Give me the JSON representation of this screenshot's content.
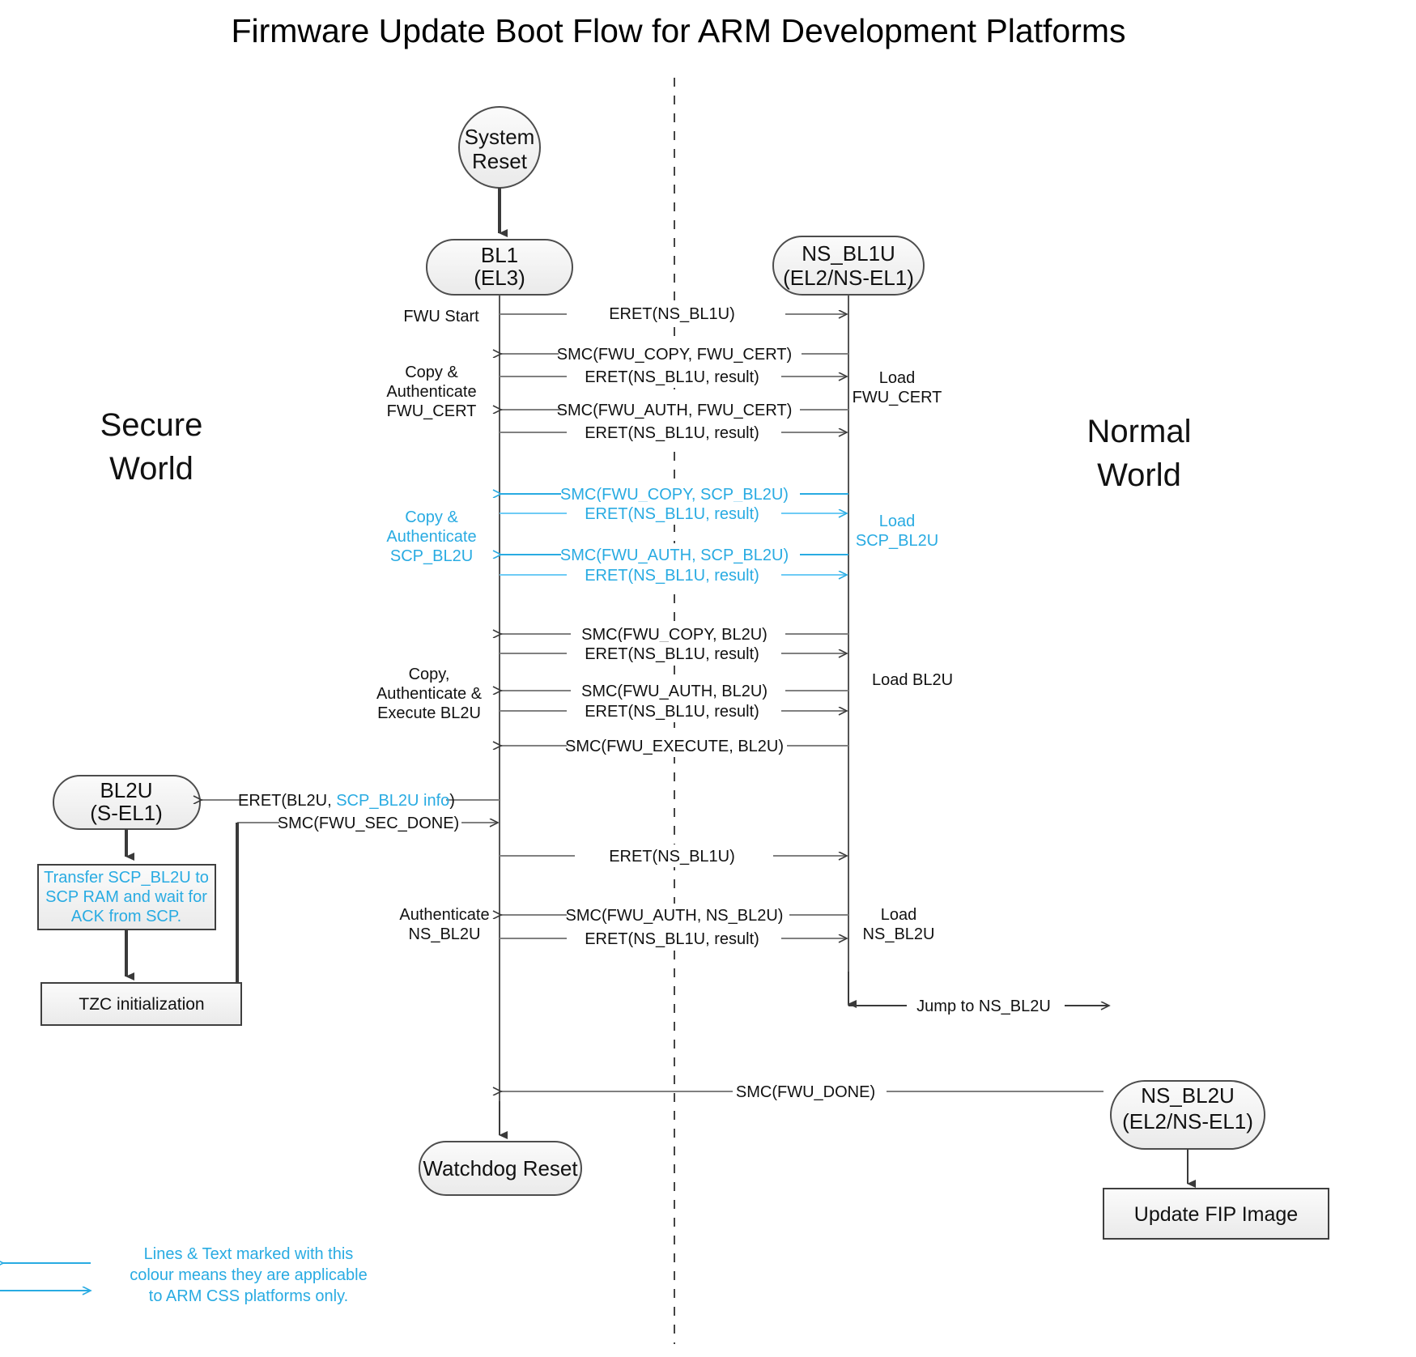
{
  "title": "Firmware Update Boot Flow for ARM Development Platforms",
  "colors": {
    "accent_cyan": "#29ABE2",
    "line_dark": "#3a3a3a",
    "line_grey": "#808080",
    "node_fill": "#f2f2f2",
    "text": "#111111"
  },
  "worlds": {
    "left_line1": "Secure",
    "left_line2": "World",
    "right_line1": "Normal",
    "right_line2": "World"
  },
  "nodes": {
    "system_reset": {
      "line1": "System",
      "line2": "Reset"
    },
    "bl1": {
      "line1": "BL1",
      "line2": "(EL3)"
    },
    "ns_bl1u": {
      "line1": "NS_BL1U",
      "line2": "(EL2/NS-EL1)"
    },
    "bl2u": {
      "line1": "BL2U",
      "line2": "(S-EL1)"
    },
    "ns_bl2u": {
      "line1": "NS_BL2U",
      "line2": "(EL2/NS-EL1)"
    },
    "watchdog_reset": {
      "label": "Watchdog Reset"
    }
  },
  "boxes": {
    "transfer_scp": {
      "line1": "Transfer SCP_BL2U to",
      "line2": "SCP RAM and wait for",
      "line3": "ACK from SCP."
    },
    "tzc_init": {
      "label": "TZC initialization"
    },
    "update_fip": {
      "label": "Update FIP Image"
    }
  },
  "messages": [
    {
      "id": "m1",
      "text": "ERET(NS_BL1U)",
      "dir": "right",
      "color": "dark"
    },
    {
      "id": "m2",
      "text": "SMC(FWU_COPY, FWU_CERT)",
      "dir": "left",
      "color": "dark"
    },
    {
      "id": "m3",
      "text": "ERET(NS_BL1U, result)",
      "dir": "right",
      "color": "dark"
    },
    {
      "id": "m4",
      "text": "SMC(FWU_AUTH, FWU_CERT)",
      "dir": "left",
      "color": "dark"
    },
    {
      "id": "m5",
      "text": "ERET(NS_BL1U, result)",
      "dir": "right",
      "color": "dark"
    },
    {
      "id": "m6",
      "text": "SMC(FWU_COPY, SCP_BL2U)",
      "dir": "left",
      "color": "cyan"
    },
    {
      "id": "m7",
      "text": "ERET(NS_BL1U, result)",
      "dir": "right",
      "color": "cyan"
    },
    {
      "id": "m8",
      "text": "SMC(FWU_AUTH, SCP_BL2U)",
      "dir": "left",
      "color": "cyan"
    },
    {
      "id": "m9",
      "text": "ERET(NS_BL1U, result)",
      "dir": "right",
      "color": "cyan"
    },
    {
      "id": "m10",
      "text": "SMC(FWU_COPY, BL2U)",
      "dir": "left",
      "color": "dark"
    },
    {
      "id": "m11",
      "text": "ERET(NS_BL1U, result)",
      "dir": "right",
      "color": "dark"
    },
    {
      "id": "m12",
      "text": "SMC(FWU_AUTH, BL2U)",
      "dir": "left",
      "color": "dark"
    },
    {
      "id": "m13",
      "text": "ERET(NS_BL1U, result)",
      "dir": "right",
      "color": "dark"
    },
    {
      "id": "m14",
      "text": "SMC(FWU_EXECUTE, BL2U)",
      "dir": "left",
      "color": "dark"
    },
    {
      "id": "m15",
      "text": "SMC(FWU_SEC_DONE)",
      "dir": "right",
      "color": "dark"
    },
    {
      "id": "m16",
      "text": "ERET(NS_BL1U)",
      "dir": "right",
      "color": "dark"
    },
    {
      "id": "m17",
      "text": "SMC(FWU_AUTH, NS_BL2U)",
      "dir": "left",
      "color": "dark"
    },
    {
      "id": "m18",
      "text": "ERET(NS_BL1U, result)",
      "dir": "right",
      "color": "dark"
    },
    {
      "id": "m19",
      "text": "Jump to NS_BL2U",
      "dir": "right",
      "color": "dark"
    },
    {
      "id": "m20",
      "text": "SMC(FWU_DONE)",
      "dir": "left",
      "color": "dark"
    }
  ],
  "eret_bl2u": {
    "prefix": "ERET(BL2U, ",
    "cyan_part": "SCP_BL2U info",
    "suffix": ")"
  },
  "left_labels": [
    {
      "id": "l1",
      "lines": [
        "FWU Start"
      ],
      "color": "dark"
    },
    {
      "id": "l2",
      "lines": [
        "Copy &",
        "Authenticate",
        "FWU_CERT"
      ],
      "color": "dark"
    },
    {
      "id": "l3",
      "lines": [
        "Copy &",
        "Authenticate",
        "SCP_BL2U"
      ],
      "color": "cyan"
    },
    {
      "id": "l4",
      "lines": [
        "Copy,",
        "Authenticate &",
        "Execute BL2U"
      ],
      "color": "dark"
    },
    {
      "id": "l5",
      "lines": [
        "Authenticate",
        "NS_BL2U"
      ],
      "color": "dark"
    }
  ],
  "right_labels": [
    {
      "id": "r1",
      "lines": [
        "Load",
        "FWU_CERT"
      ],
      "color": "dark"
    },
    {
      "id": "r2",
      "lines": [
        "Load",
        "SCP_BL2U"
      ],
      "color": "cyan"
    },
    {
      "id": "r3",
      "lines": [
        "Load BL2U"
      ],
      "color": "dark"
    },
    {
      "id": "r4",
      "lines": [
        "Load",
        "NS_BL2U"
      ],
      "color": "dark"
    }
  ],
  "legend": {
    "line1": "Lines & Text marked with this",
    "line2": "colour means they are applicable",
    "line3": "to ARM CSS platforms only."
  }
}
